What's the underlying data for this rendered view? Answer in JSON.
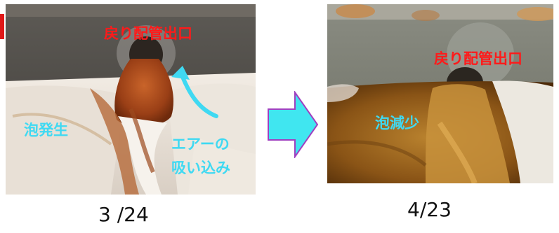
{
  "left_photo": {
    "outlet_label": "戻り配管出口",
    "foam_label": "泡発生",
    "air_label_line1": "エアーの",
    "air_label_line2": "吸い込み",
    "date": "3 /24"
  },
  "right_photo": {
    "outlet_label": "戻り配管出口",
    "foam_label": "泡減少",
    "date": "4/23"
  },
  "colors": {
    "label_red": "#ff1a1a",
    "label_cyan": "#3fd9f2",
    "arrow_fill": "#40e6f0",
    "arrow_stroke": "#a040c0"
  }
}
